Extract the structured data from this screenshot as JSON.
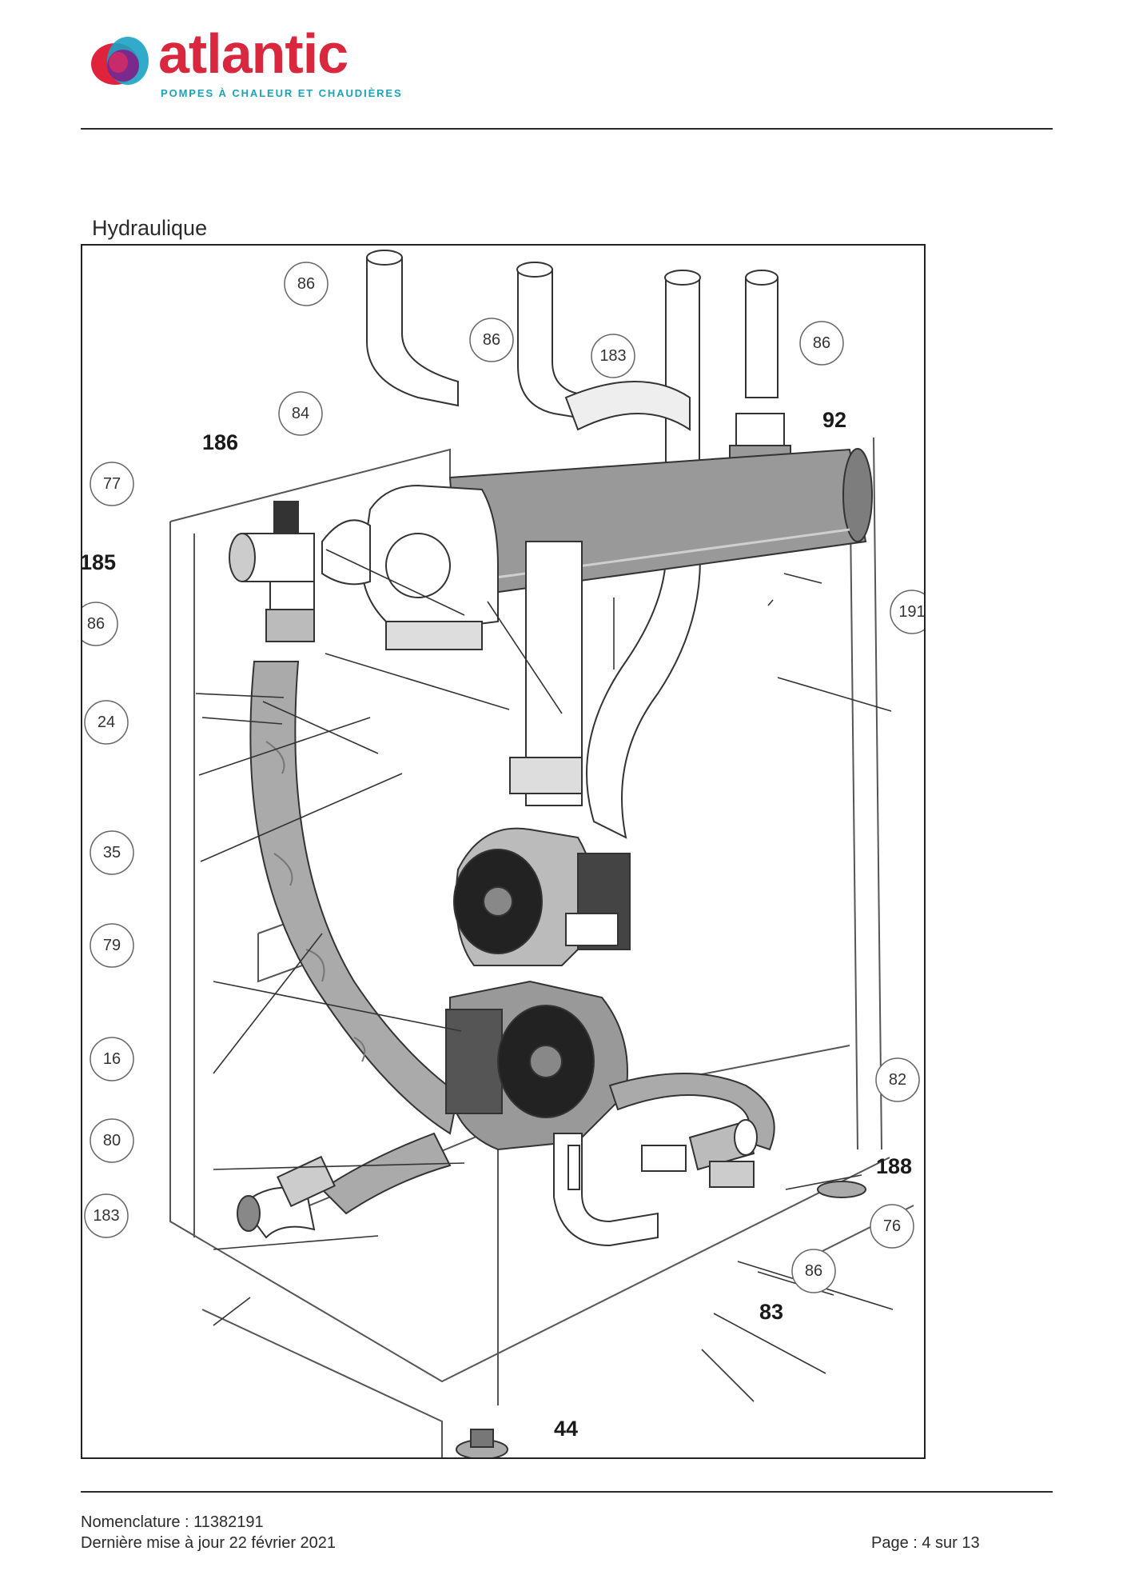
{
  "header": {
    "brand": "atlantic",
    "tagline": "POMPES À CHALEUR ET CHAUDIÈRES"
  },
  "section_title": "Hydraulique",
  "callouts": {
    "c86_top_left": "86",
    "c86_top_mid": "86",
    "c183_top": "183",
    "c86_top_right": "86",
    "c84": "84",
    "c77": "77",
    "c86_left": "86",
    "c24": "24",
    "c35": "35",
    "c79": "79",
    "c16": "16",
    "c80": "80",
    "c183_bottom": "183",
    "c191": "191",
    "c82": "82",
    "c76": "76",
    "c86_bottom": "86"
  },
  "bold_labels": {
    "b186": "186",
    "b185": "185",
    "b92": "92",
    "b188": "188",
    "b83": "83",
    "b44": "44"
  },
  "footer": {
    "nomenclature": "Nomenclature : 11382191",
    "last_update": "Dernière mise à jour 22 février 2021",
    "page": "Page : 4 sur 13"
  }
}
